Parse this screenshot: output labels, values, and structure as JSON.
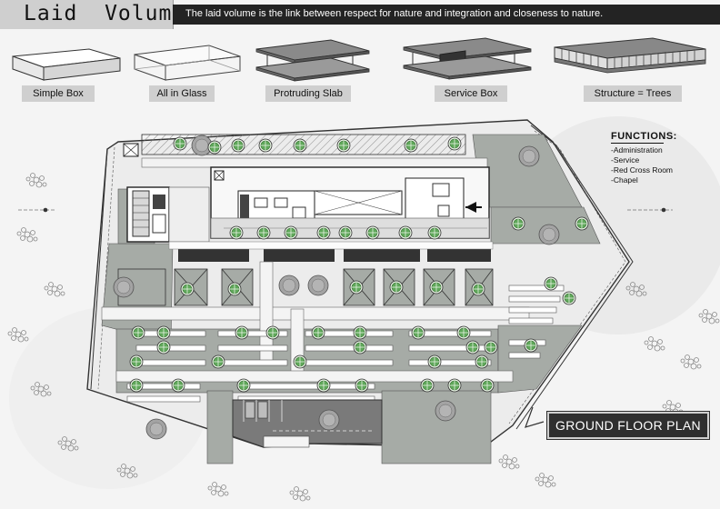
{
  "header": {
    "title": "Laid  Volume:",
    "subtitle": "The laid volume is the link between respect for nature and integration and closeness to nature."
  },
  "concepts": [
    {
      "label": "Simple Box"
    },
    {
      "label": "All in Glass"
    },
    {
      "label": "Protruding Slab"
    },
    {
      "label": "Service Box"
    },
    {
      "label": "Structure = Trees"
    }
  ],
  "functions": {
    "heading": "FUNCTIONS:",
    "items": [
      "-Administration",
      "-Service",
      "-Red Cross Room",
      "-Chapel"
    ]
  },
  "plan_title": "GROUND FLOOR PLAN",
  "colors": {
    "accent_dark": "#232323",
    "label_grey": "#cfcfcf",
    "grass": "#9fa49f",
    "paving": "#e6e6e6",
    "tree": "#5fa85a"
  }
}
